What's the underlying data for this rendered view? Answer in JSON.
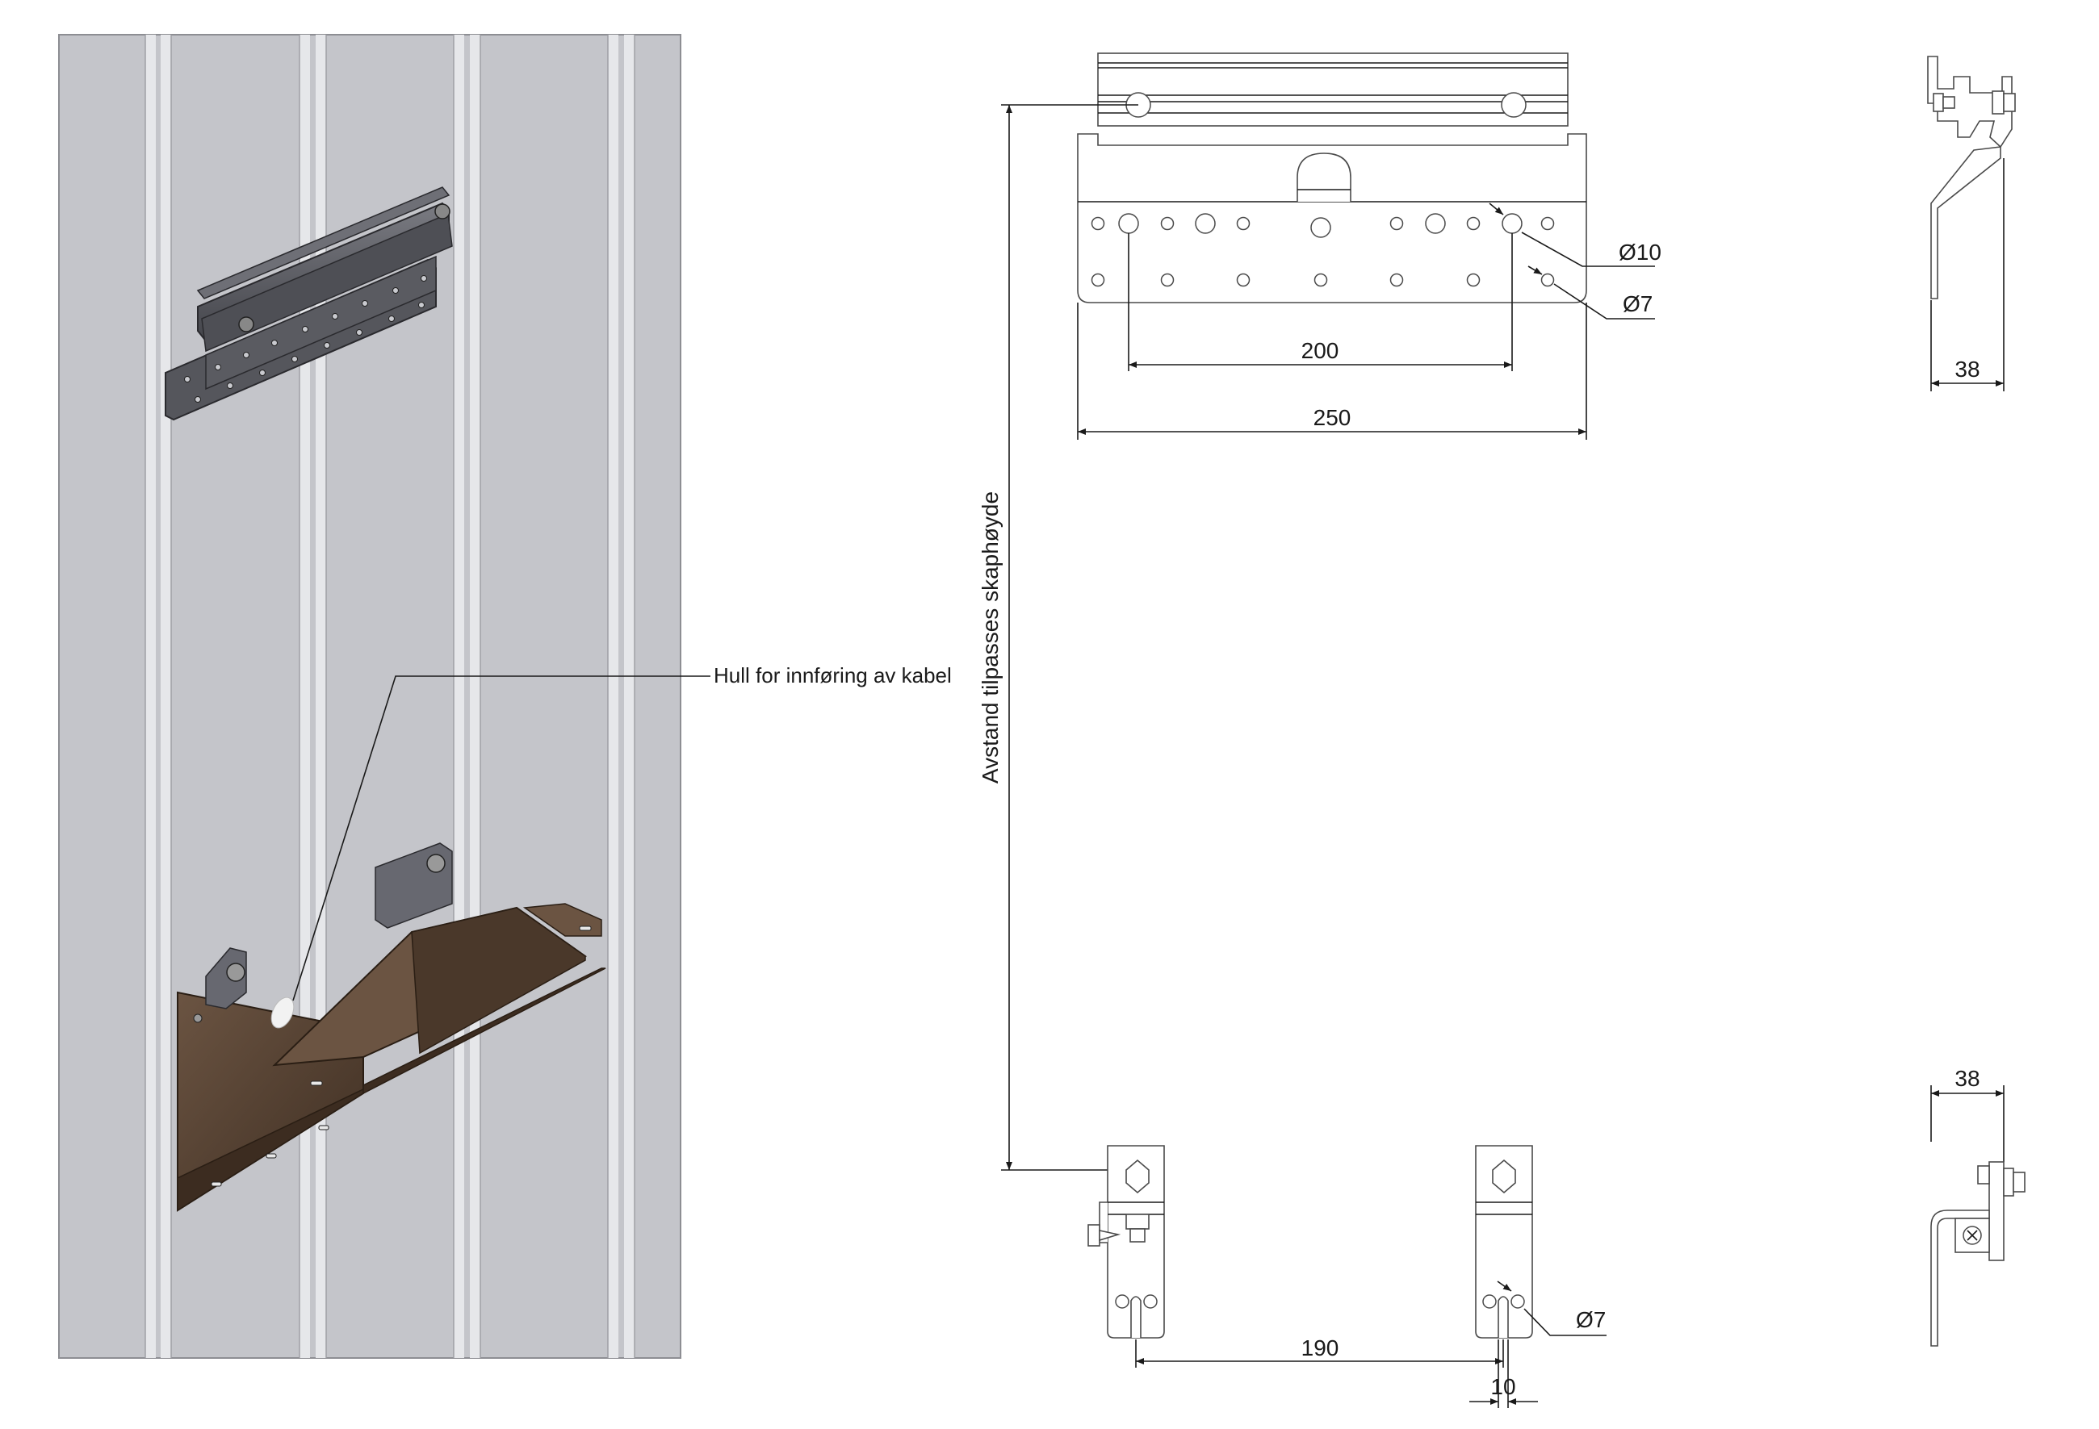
{
  "labels": {
    "cable_hole": "Hull for innføring av kabel",
    "distance": "Avstand tilpasses skaphøyde"
  },
  "dimensions": {
    "hole_large": "Ø10",
    "hole_small": "Ø7",
    "hole_small_bottom": "Ø7",
    "hole_spacing_top": "200",
    "plate_width_top": "250",
    "depth_top": "38",
    "depth_bottom": "38",
    "bracket_spacing": "190",
    "slot_width": "10"
  },
  "colors": {
    "wall": "#c4c5ca",
    "wall_groove": "#e6e7ea",
    "rail": "#5e5f66",
    "tray": "#5a4636",
    "line": "#1a1a1a"
  }
}
